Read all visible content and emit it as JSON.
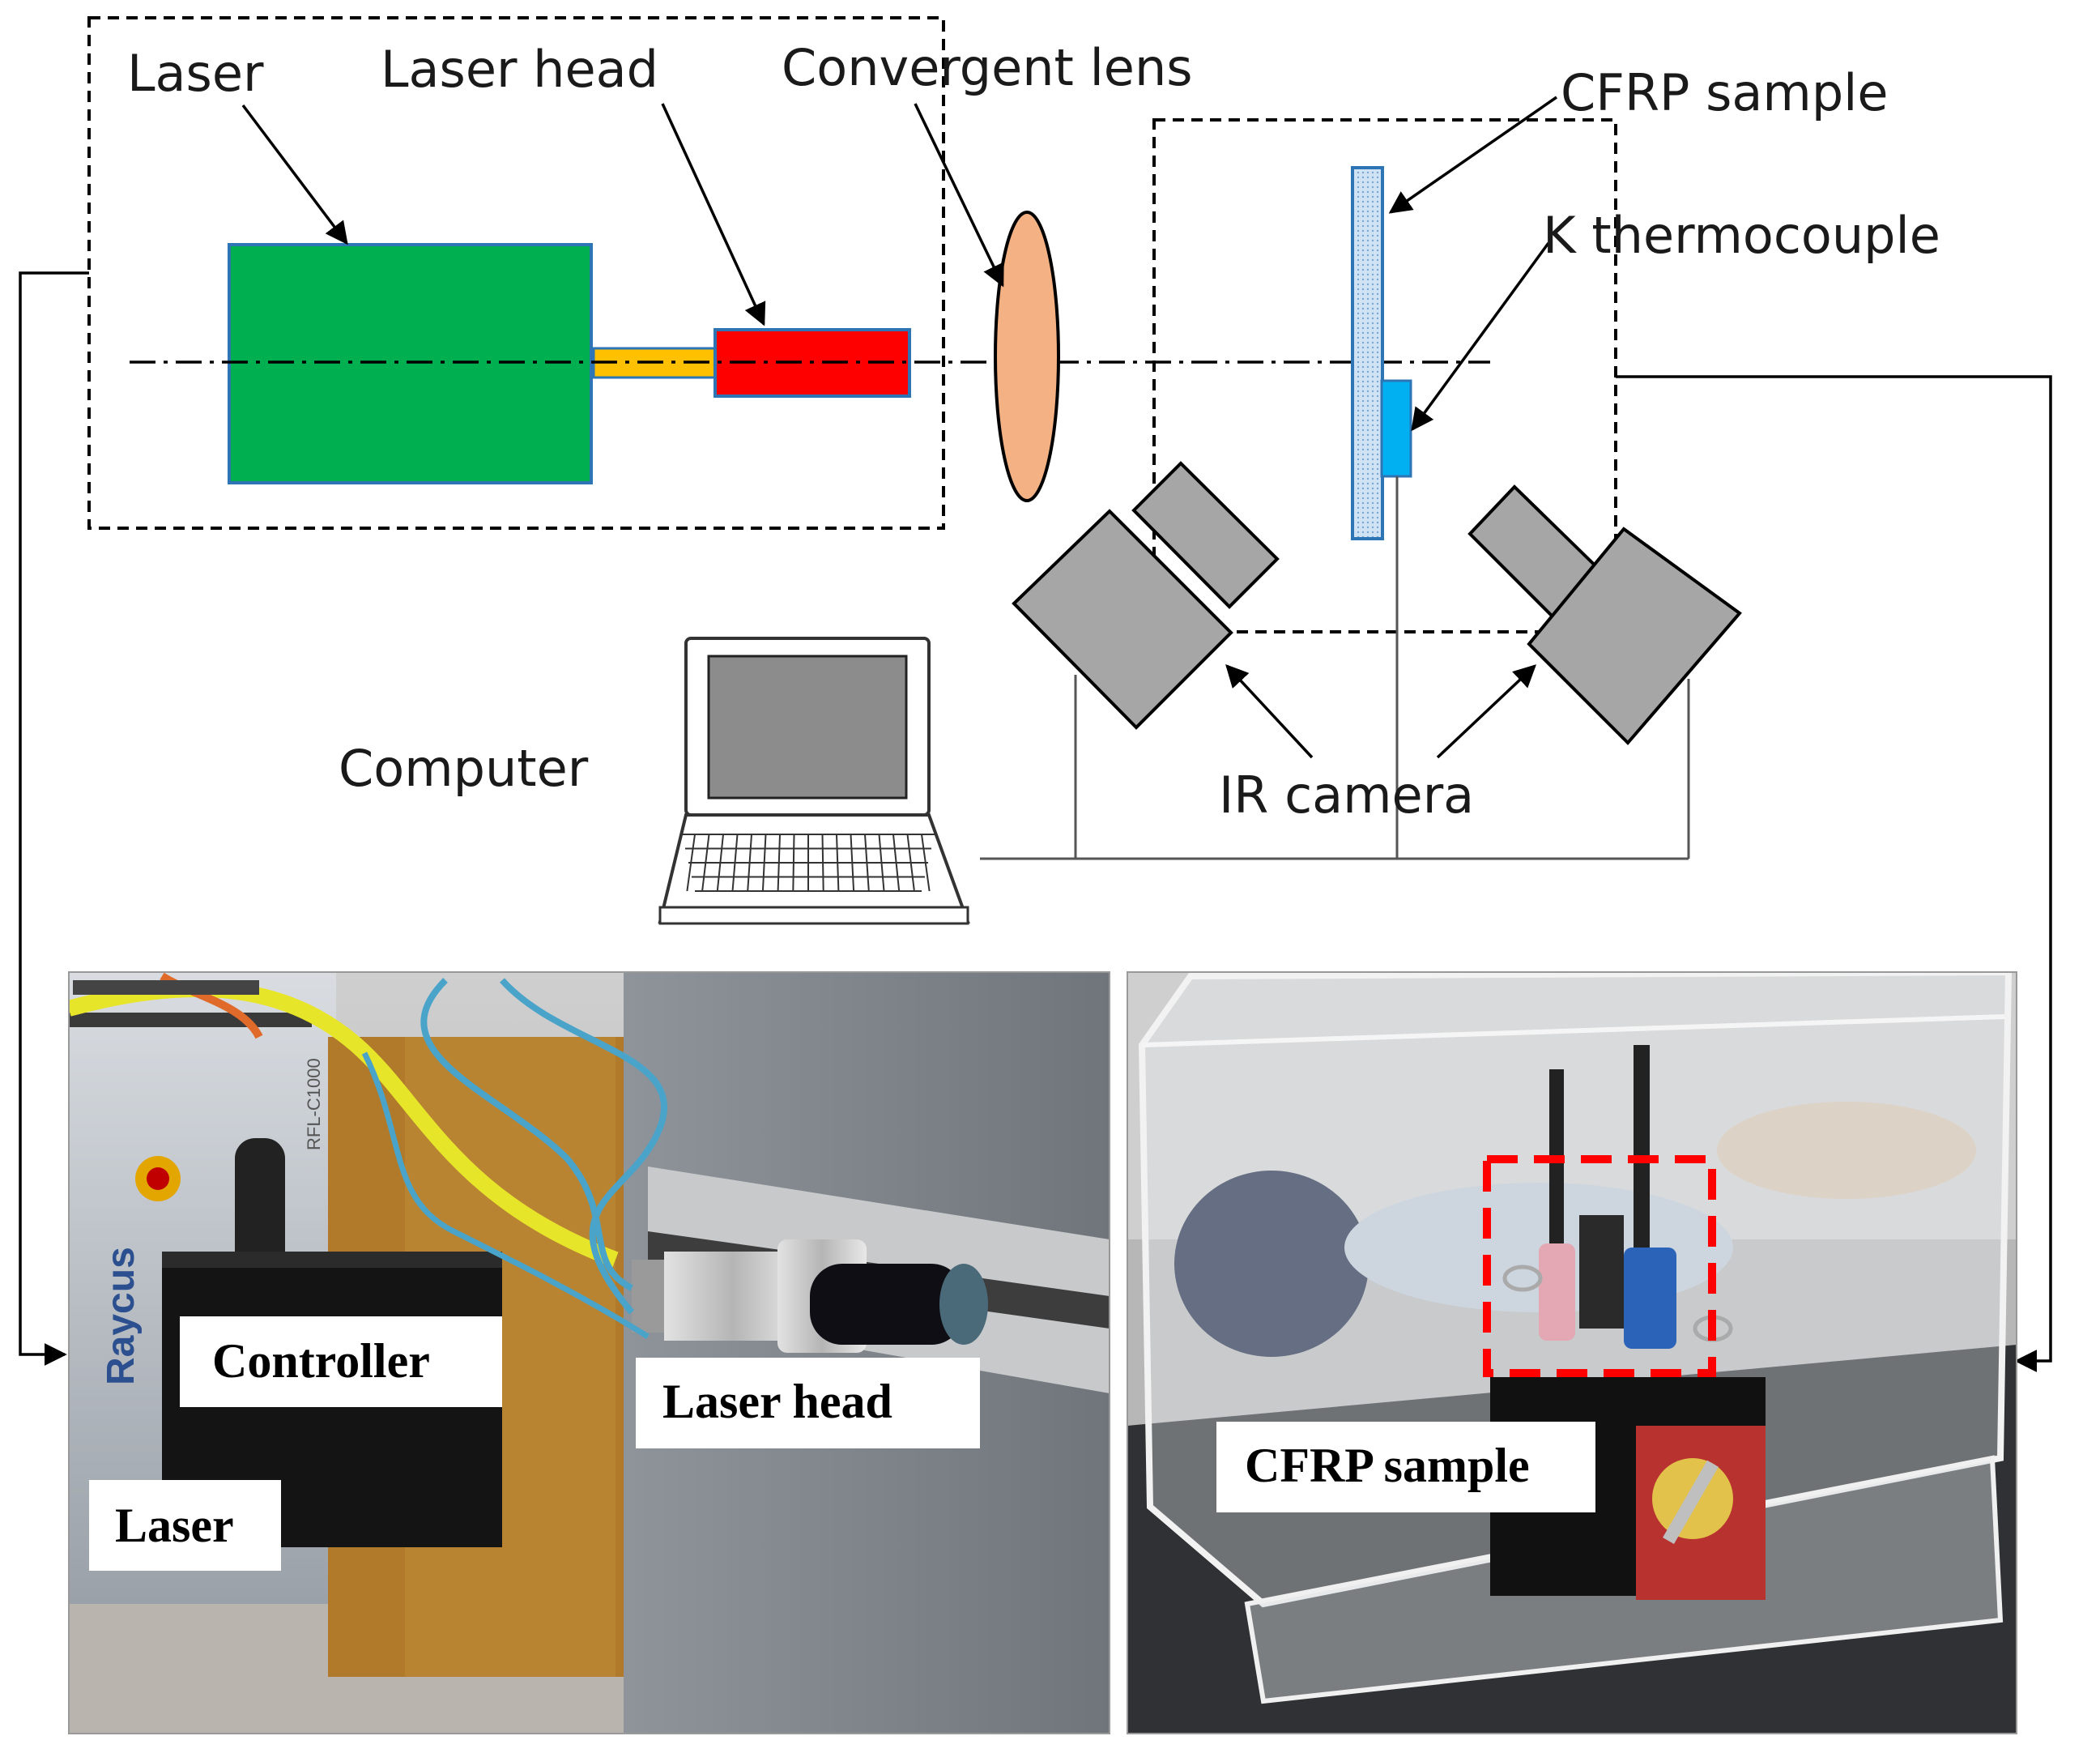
{
  "diagram": {
    "labels": {
      "laser": "Laser",
      "laser_head": "Laser head",
      "convergent_lens": "Convergent lens",
      "cfrp_sample": "CFRP sample",
      "k_thermocouple": "K thermocouple",
      "computer": "Computer",
      "ir_camera": "IR camera"
    },
    "colors": {
      "laser_body": "#00b050",
      "fiber": "#ffc000",
      "laser_head": "#ff0000",
      "lens": "#f4b183",
      "sample": "#bdd7ee",
      "thermocouple": "#00b0f0",
      "camera": "#a6a6a6"
    }
  },
  "photos": {
    "left": {
      "labels": {
        "controller": "Controller",
        "laser_head": "Laser head",
        "laser": "Laser",
        "brand": "Raycus",
        "model": "RFL-C1000"
      }
    },
    "right": {
      "labels": {
        "cfrp_sample": "CFRP sample"
      },
      "highlight_color": "#ff0000"
    }
  }
}
